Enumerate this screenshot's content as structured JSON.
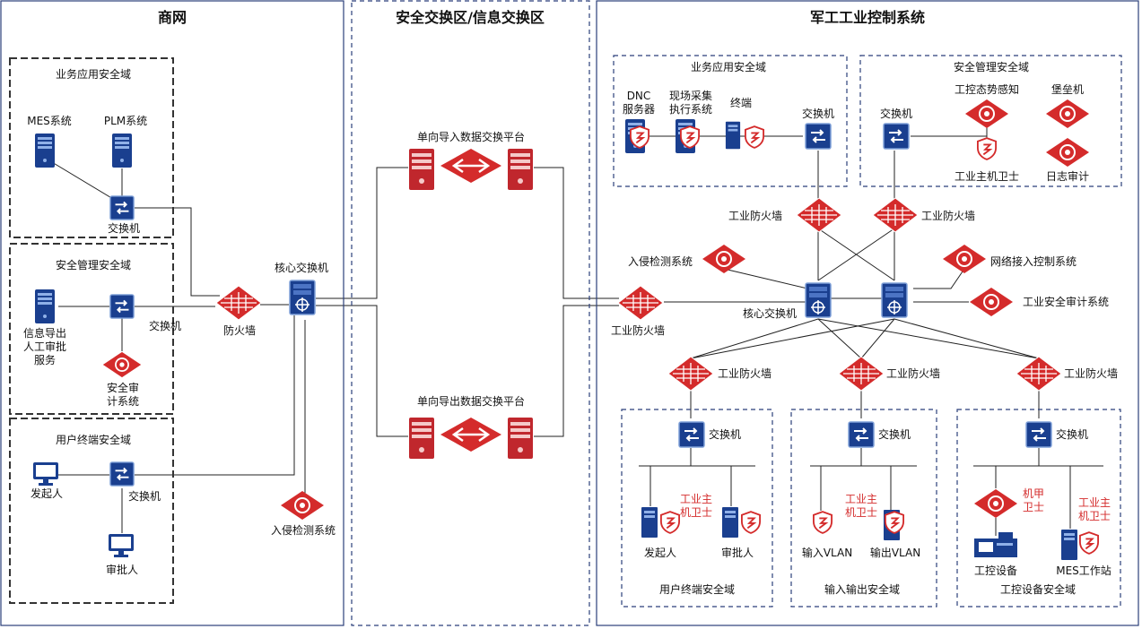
{
  "zones": {
    "commercial": {
      "title": "商网",
      "business_domain": {
        "title": "业务应用安全域",
        "mes": "MES系统",
        "plm": "PLM系统",
        "switch": "交换机"
      },
      "security_domain": {
        "title": "安全管理安全域",
        "info_export": "信息导出\n人工审批\n服务",
        "switch": "交换机",
        "audit": "安全审\n计系统"
      },
      "user_domain": {
        "title": "用户终端安全域",
        "initiator": "发起人",
        "switch": "交换机",
        "approver": "审批人"
      },
      "firewall": "防火墙",
      "core_switch": "核心交换机",
      "ids": "入侵检测系统"
    },
    "exchange": {
      "title": "安全交换区/信息交换区",
      "import_platform": "单向导入数据交换平台",
      "export_platform": "单向导出数据交换平台"
    },
    "military": {
      "title": "军工工业控制系统",
      "business_domain": {
        "title": "业务应用安全域",
        "dnc": "DNC\n服务器",
        "mes_exec": "现场采集\n执行系统",
        "terminal": "终端",
        "switch": "交换机"
      },
      "security_domain": {
        "title": "安全管理安全域",
        "switch": "交换机",
        "situation": "工控态势感知",
        "bastion": "堡垒机",
        "guard": "工业主机卫士",
        "log_audit": "日志审计"
      },
      "fw_left": "工业防火墙",
      "fw_right": "工业防火墙",
      "ids": "入侵检测系统",
      "nac": "网络接入控制系统",
      "audit": "工业安全审计系统",
      "core_switch": "核心交换机",
      "edge_fw": "工业防火墙",
      "fw_b1": "工业防火墙",
      "fw_b2": "工业防火墙",
      "fw_b3": "工业防火墙",
      "user_domain": {
        "title": "用户终端安全域",
        "switch": "交换机",
        "guard": "工业主\n机卫士",
        "initiator": "发起人",
        "approver": "审批人"
      },
      "io_domain": {
        "title": "输入输出安全域",
        "switch": "交换机",
        "guard": "工业主\n机卫士",
        "input_vlan": "输入VLAN",
        "output_vlan": "输出VLAN"
      },
      "device_domain": {
        "title": "工控设备安全域",
        "switch": "交换机",
        "machine_guard": "机甲\n卫士",
        "host_guard": "工业主\n机卫士",
        "device": "工控设备",
        "mes_station": "MES工作站"
      }
    }
  },
  "colors": {
    "red": "#d42b2b",
    "blue": "#1a3f8f",
    "border_solid": "#2b3f7a",
    "border_dash": "#444",
    "line": "#222"
  }
}
